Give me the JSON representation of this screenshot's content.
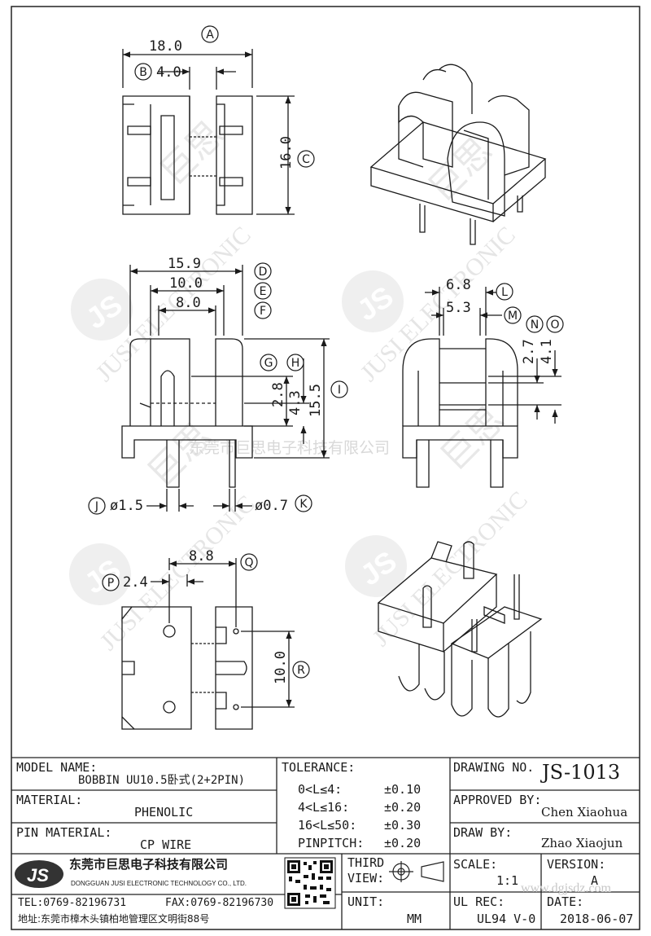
{
  "dims": {
    "A": {
      "letter": "A",
      "value": "18.0"
    },
    "B": {
      "letter": "B",
      "value": "4.0"
    },
    "C": {
      "letter": "C",
      "value": "16.0"
    },
    "D": {
      "letter": "D",
      "value": "15.9"
    },
    "E": {
      "letter": "E",
      "value": "10.0"
    },
    "F": {
      "letter": "F",
      "value": "8.0"
    },
    "G": {
      "letter": "G",
      "value": "2.8"
    },
    "H": {
      "letter": "H",
      "value": "4.3"
    },
    "I": {
      "letter": "I",
      "value": "15.5"
    },
    "J": {
      "letter": "J",
      "value": "ø1.5"
    },
    "K": {
      "letter": "K",
      "value": "ø0.7"
    },
    "L": {
      "letter": "L",
      "value": "6.8"
    },
    "M": {
      "letter": "M",
      "value": "5.3"
    },
    "N": {
      "letter": "N",
      "value": "2.7"
    },
    "O": {
      "letter": "O",
      "value": "4.1"
    },
    "P": {
      "letter": "P",
      "value": "2.4"
    },
    "Q": {
      "letter": "Q",
      "value": "8.8"
    },
    "R": {
      "letter": "R",
      "value": "10.0"
    }
  },
  "watermark": {
    "company_cn": "东莞市巨思电子科技有限公司",
    "brand_en": "JUSI ELECTRONIC",
    "logo": "JS",
    "brand_cn": "巨思"
  },
  "title_block": {
    "model_label": "MODEL NAME:",
    "model_value": "BOBBIN UU10.5卧式(2+2PIN)",
    "material_label": "MATERIAL:",
    "material_value": "PHENOLIC",
    "pin_material_label": "PIN MATERIAL:",
    "pin_material_value": "CP WIRE",
    "tolerance_label": "TOLERANCE:",
    "tolerances": [
      {
        "range": "0<L≤4:",
        "value": "±0.10"
      },
      {
        "range": "4<L≤16:",
        "value": "±0.20"
      },
      {
        "range": "16<L≤50:",
        "value": "±0.30"
      },
      {
        "range": "PINPITCH:",
        "value": "±0.20"
      }
    ],
    "drawing_no_label": "DRAWING NO.",
    "drawing_no": "JS-1013",
    "approved_label": "APPROVED BY:",
    "approved_by": "Chen Xiaohua",
    "draw_label": "DRAW BY:",
    "draw_by": "Zhao Xiaojun",
    "third_view_label_1": "THIRD",
    "third_view_label_2": "VIEW:",
    "unit_label": "UNIT:",
    "unit_value": "MM",
    "scale_label": "SCALE:",
    "scale_value": "1:1",
    "version_label": "VERSION:",
    "version_value": "A",
    "ul_label": "UL REC:",
    "ul_value": "UL94 V-0",
    "date_label": "DATE:",
    "date_value": "2018-06-07",
    "company_logo": "JS",
    "company_cn": "东莞市巨思电子科技有限公司",
    "company_en": "DONGGUAN JUSI ELECTRONIC TECHNOLOGY CO., LTD.",
    "tel": "TEL:0769-82196731",
    "fax": "FAX:0769-82196730",
    "address": "地址:东莞市樟木头镇柏地管理区文明街88号",
    "website": "www.dgjsdz.com"
  },
  "colors": {
    "line": "#1a1a1a",
    "watermark": "#d0d0d0",
    "frame": "#222222"
  }
}
